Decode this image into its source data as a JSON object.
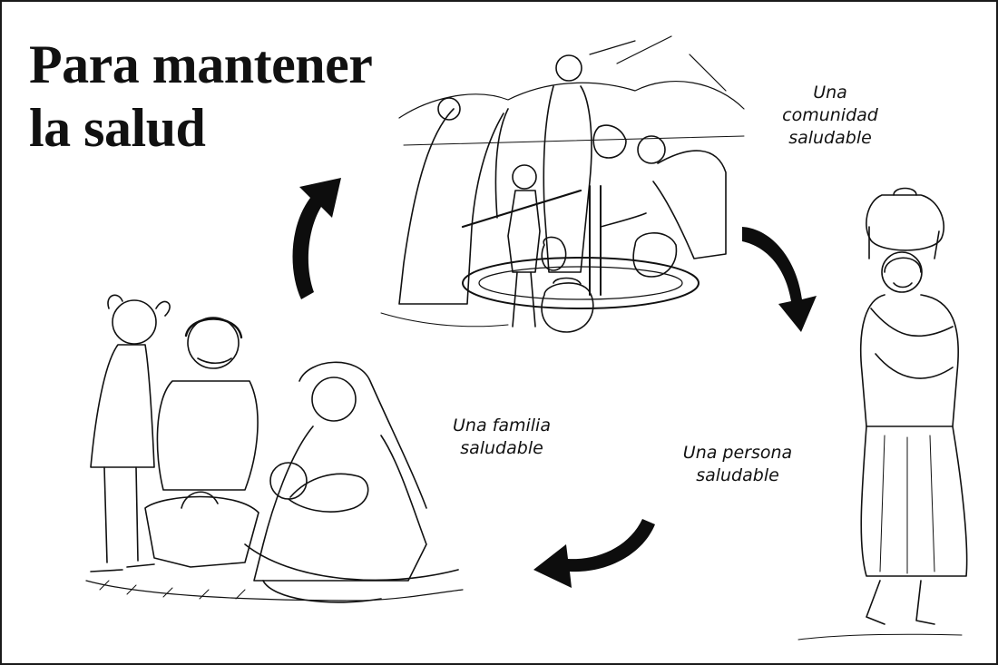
{
  "title": {
    "line1": "Para mantener",
    "line2": "la salud"
  },
  "stages": {
    "community": {
      "line1": "Una",
      "line2": "comunidad",
      "line3": "saludable"
    },
    "person": {
      "line1": "Una persona",
      "line2": "saludable"
    },
    "family": {
      "line1": "Una familia",
      "line2": "saludable"
    }
  },
  "colors": {
    "ink": "#111111",
    "background": "#ffffff"
  }
}
